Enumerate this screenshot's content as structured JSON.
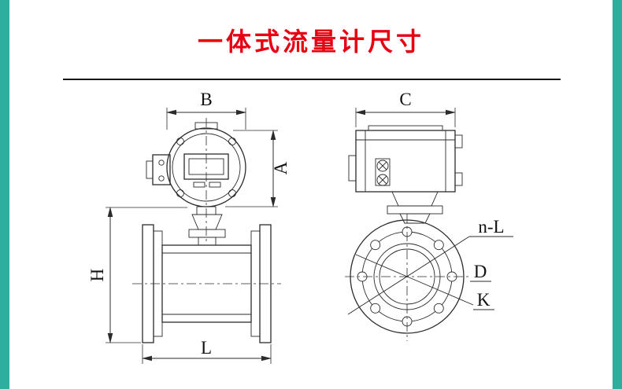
{
  "page": {
    "title": "一体式流量计尺寸",
    "colors": {
      "accent_teal": "#2eaf9e",
      "title_red": "#e60012",
      "line": "#2b2b2b"
    }
  },
  "labels": {
    "front": {
      "width_top": "B",
      "converter_height": "A",
      "overall_height": "H",
      "length": "L"
    },
    "side": {
      "width_top": "C",
      "bolt_spec": "n-L",
      "diameter": "D",
      "bolt_circle": "K"
    }
  }
}
